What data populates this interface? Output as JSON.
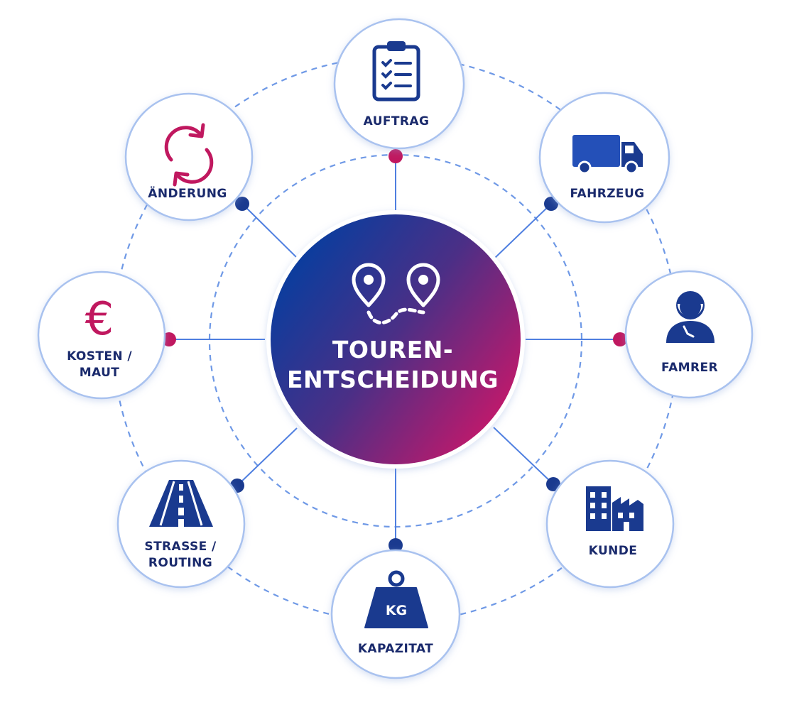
{
  "center": {
    "line1": "TOUREN-",
    "line2": "ENTSCHEIDUNG",
    "icon": "route-pins-icon"
  },
  "nodes": [
    {
      "id": "auftrag",
      "line1": "AUFTRAG",
      "line2": "",
      "icon": "clipboard-icon"
    },
    {
      "id": "fahrzeug",
      "line1": "FAHRZEUG",
      "line2": "",
      "icon": "truck-icon"
    },
    {
      "id": "famrer",
      "line1": "FAMRER",
      "line2": "",
      "icon": "driver-icon"
    },
    {
      "id": "kunde",
      "line1": "KUNDE",
      "line2": "",
      "icon": "buildings-icon"
    },
    {
      "id": "kapazitat",
      "line1": "KAPAZITAT",
      "line2": "",
      "icon": "weight-icon",
      "icon_text": "KG"
    },
    {
      "id": "strasse",
      "line1": "STRASSE /",
      "line2": "ROUTING",
      "icon": "road-icon"
    },
    {
      "id": "kosten",
      "line1": "KOSTEN /",
      "line2": "MAUT",
      "icon": "euro-icon",
      "icon_text": "€"
    },
    {
      "id": "aenderung",
      "line1": "ÄNDERUNG",
      "line2": "",
      "icon": "refresh-icon"
    }
  ],
  "colors": {
    "navy": "#1a3a8f",
    "magenta": "#c0185f",
    "ring": "#6f99e6",
    "circle_border": "#a9c2ef",
    "center_from": "#0a3d9e",
    "center_to": "#c6186a"
  }
}
